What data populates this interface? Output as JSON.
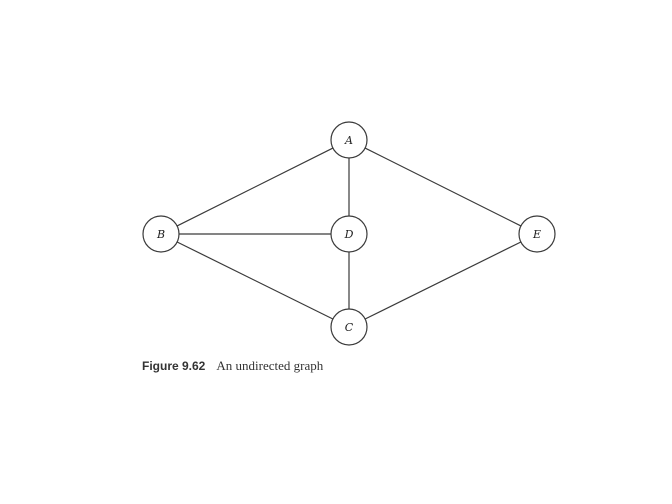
{
  "graph": {
    "nodes": [
      {
        "id": "A",
        "label": "A"
      },
      {
        "id": "B",
        "label": "B"
      },
      {
        "id": "C",
        "label": "C"
      },
      {
        "id": "D",
        "label": "D"
      },
      {
        "id": "E",
        "label": "E"
      }
    ],
    "edges": [
      [
        "A",
        "B"
      ],
      [
        "A",
        "D"
      ],
      [
        "A",
        "E"
      ],
      [
        "B",
        "D"
      ],
      [
        "B",
        "C"
      ],
      [
        "D",
        "C"
      ],
      [
        "C",
        "E"
      ]
    ]
  },
  "caption": {
    "label": "Figure 9.62",
    "text": "An undirected graph"
  }
}
